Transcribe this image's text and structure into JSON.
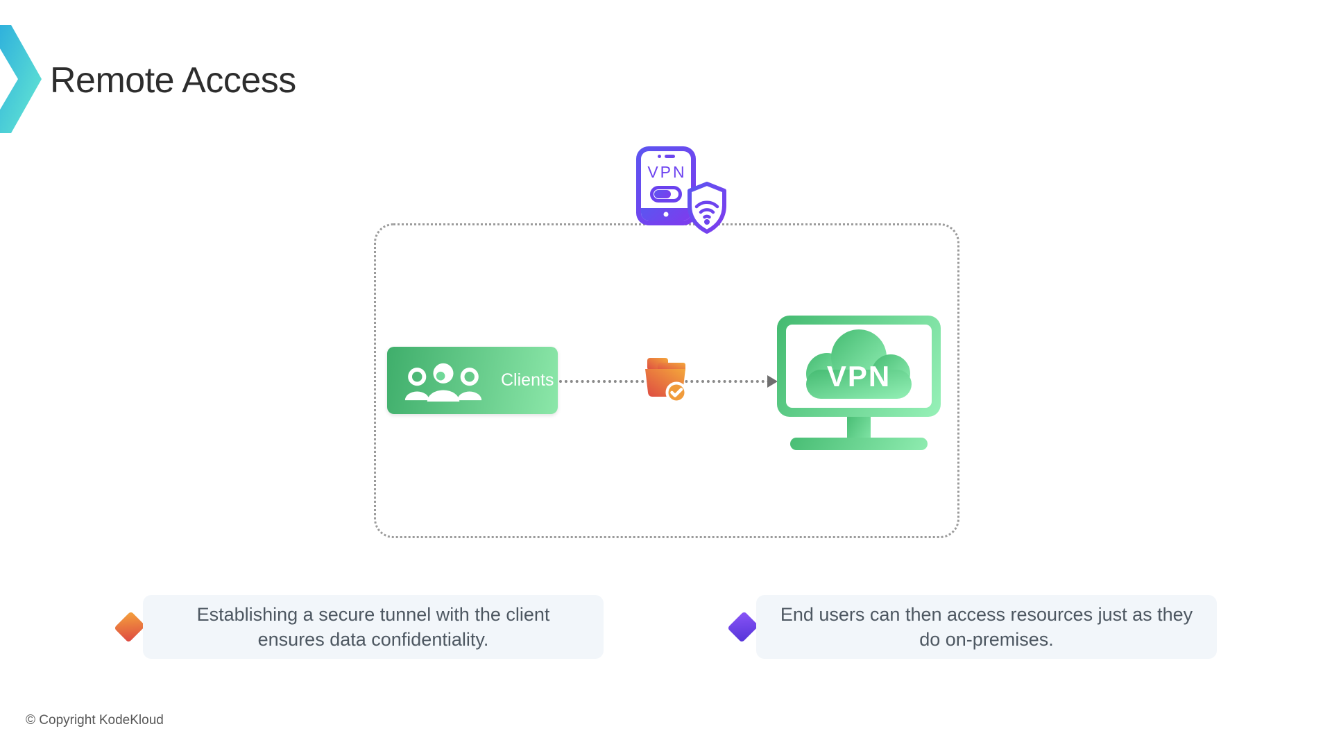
{
  "slide": {
    "title": "Remote Access",
    "copyright": "© Copyright KodeKloud"
  },
  "diagram": {
    "phone": {
      "label": "VPN"
    },
    "clients": {
      "label": "Clients"
    },
    "server": {
      "label": "VPN"
    }
  },
  "callouts": [
    {
      "text": "Establishing a secure tunnel with the client ensures data confidentiality.",
      "diamond_color": "#e8753f"
    },
    {
      "text": "End users can then access resources just as they do on-premises.",
      "diamond_color": "#6d43ea"
    }
  ],
  "colors": {
    "accent_teal": "#3cc5d6",
    "accent_purple": "#6d43ee",
    "green_dark": "#3fae6b",
    "green_light": "#8ce7a9",
    "folder_red": "#dd4a42",
    "folder_orange": "#f4a73b",
    "callout_bg": "#f2f6fa",
    "text_dark": "#2d2d2d",
    "text_body": "#4d5761",
    "line_gray": "#8a8a8a"
  }
}
